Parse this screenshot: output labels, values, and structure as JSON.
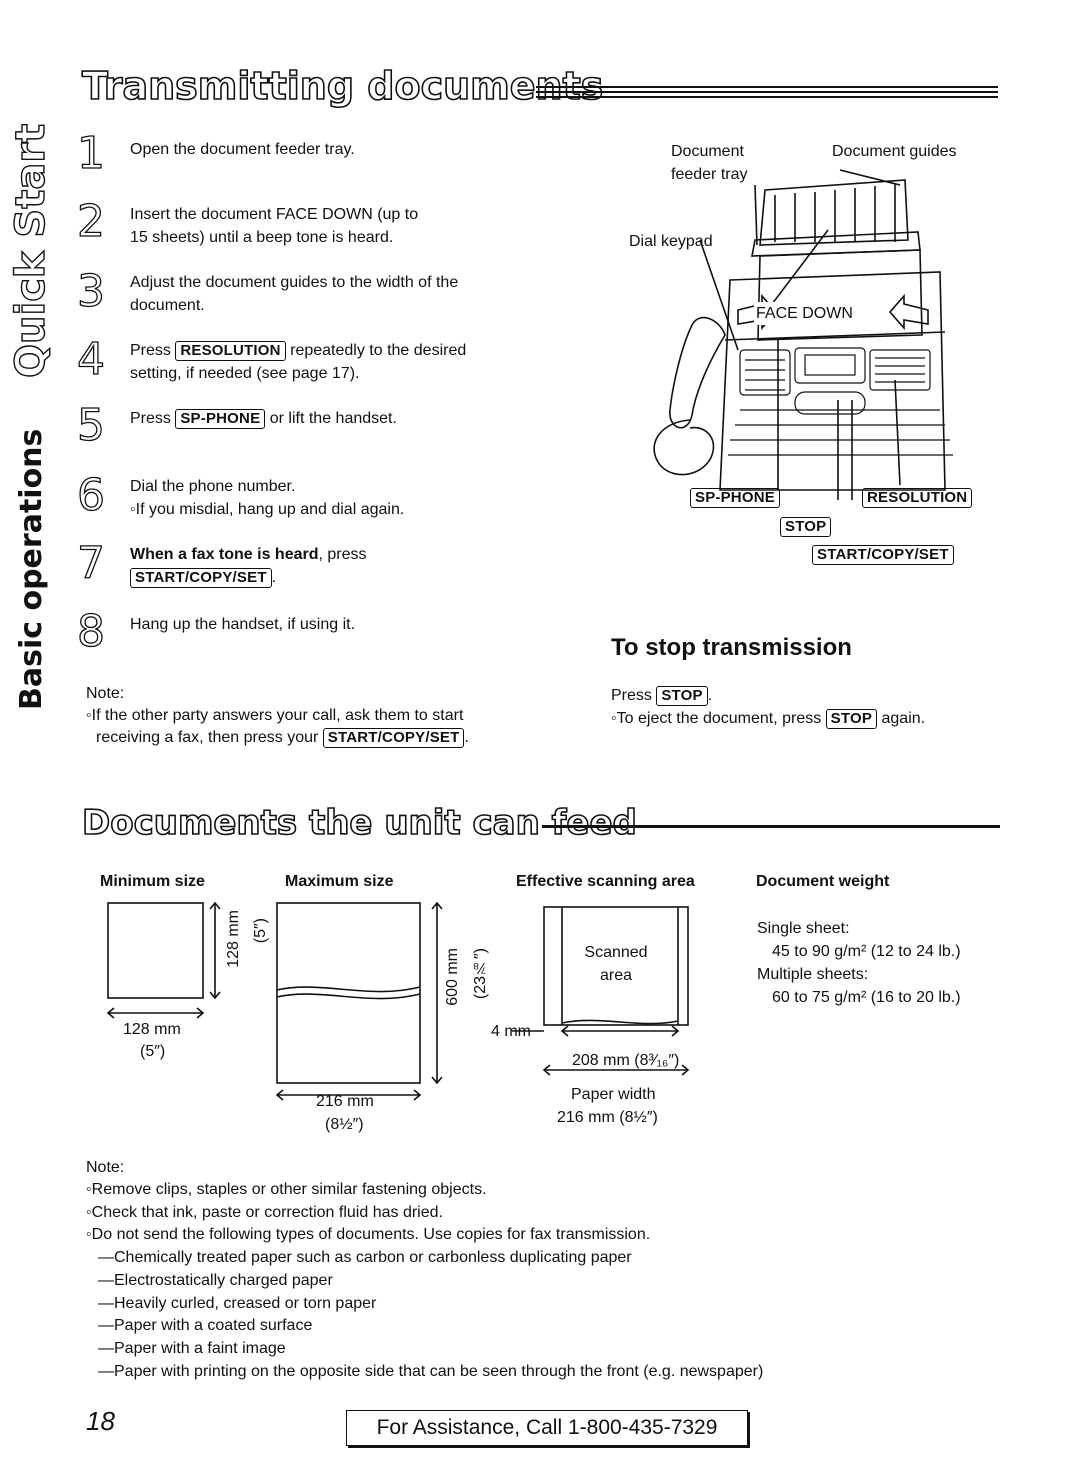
{
  "section_title": "Transmitting documents",
  "side_tabs": {
    "quick_start": "Quick Start",
    "basic_operations": "Basic operations"
  },
  "steps": [
    {
      "num": "1",
      "text": "Open the document feeder tray."
    },
    {
      "num": "2",
      "line1": "Insert the document FACE DOWN (up to",
      "line2": "15 sheets) until a beep tone is heard."
    },
    {
      "num": "3",
      "line1": "Adjust the document guides to the width of the",
      "line2": "document."
    },
    {
      "num": "4",
      "pre": "Press ",
      "key": "RESOLUTION",
      "post": " repeatedly to the desired",
      "line2": "setting, if needed (see page 17)."
    },
    {
      "num": "5",
      "pre": "Press ",
      "key": "SP-PHONE",
      "post": " or lift the handset."
    },
    {
      "num": "6",
      "line1": "Dial the phone number.",
      "line2": "◦If you misdial, hang up and dial again."
    },
    {
      "num": "7",
      "bold": "When a fax tone is heard",
      "post": ", press",
      "key": "START/COPY/SET",
      "end": "."
    },
    {
      "num": "8",
      "text": "Hang up the handset, if using it."
    }
  ],
  "note1": {
    "label": "Note:",
    "line1": "◦If the other party answers your call, ask them to start",
    "line2": "receiving a fax, then press your ",
    "key": "START/COPY/SET",
    "end": "."
  },
  "figure": {
    "document_feeder_tray": [
      "Document",
      "feeder tray"
    ],
    "document_guides": "Document guides",
    "dial_keypad": "Dial keypad",
    "face_down": "FACE DOWN",
    "key_sp_phone": "SP-PHONE",
    "key_resolution": "RESOLUTION",
    "key_stop": "STOP",
    "key_start": "START/COPY/SET"
  },
  "stop_section": {
    "title": "To stop transmission",
    "line1_pre": "Press ",
    "key": "STOP",
    "line1_end": ".",
    "line2_pre": "◦To eject the document, press ",
    "line2_end": " again."
  },
  "docs_section": {
    "title": "Documents the unit can feed",
    "min_size": {
      "head": "Minimum size",
      "height_mm": "128 mm",
      "height_in": "(5″)",
      "width_mm": "128 mm",
      "width_in": "(5″)"
    },
    "max_size": {
      "head": "Maximum size",
      "height_mm": "600 mm",
      "height_in": "(23⅞″)",
      "width_mm": "216 mm",
      "width_in": "(8½″)"
    },
    "scan_area": {
      "head": "Effective scanning area",
      "label1": "Scanned",
      "label2": "area",
      "margin": "4 mm",
      "width": "208 mm (8³⁄₁₆″)",
      "paper_label": "Paper width",
      "paper_width": "216 mm (8½″)"
    },
    "weight": {
      "head": "Document weight",
      "single": "Single sheet:",
      "single_val": "45 to 90 g/m² (12 to 24 lb.)",
      "multi": "Multiple sheets:",
      "multi_val": "60 to 75 g/m² (16 to 20 lb.)"
    }
  },
  "note2": {
    "label": "Note:",
    "items": [
      "◦Remove clips, staples or other similar fastening objects.",
      "◦Check that ink, paste or correction fluid has dried.",
      "◦Do not send the following types of documents. Use copies for fax transmission.",
      "—Chemically treated paper such as carbon or carbonless duplicating paper",
      "—Electrostatically charged paper",
      "—Heavily curled, creased or torn paper",
      "—Paper with a coated surface",
      "—Paper with a faint image",
      "—Paper with printing on the opposite side that can be seen through the front (e.g. newspaper)"
    ]
  },
  "footer": {
    "page_number": "18",
    "assistance": "For Assistance, Call 1-800-435-7329"
  }
}
